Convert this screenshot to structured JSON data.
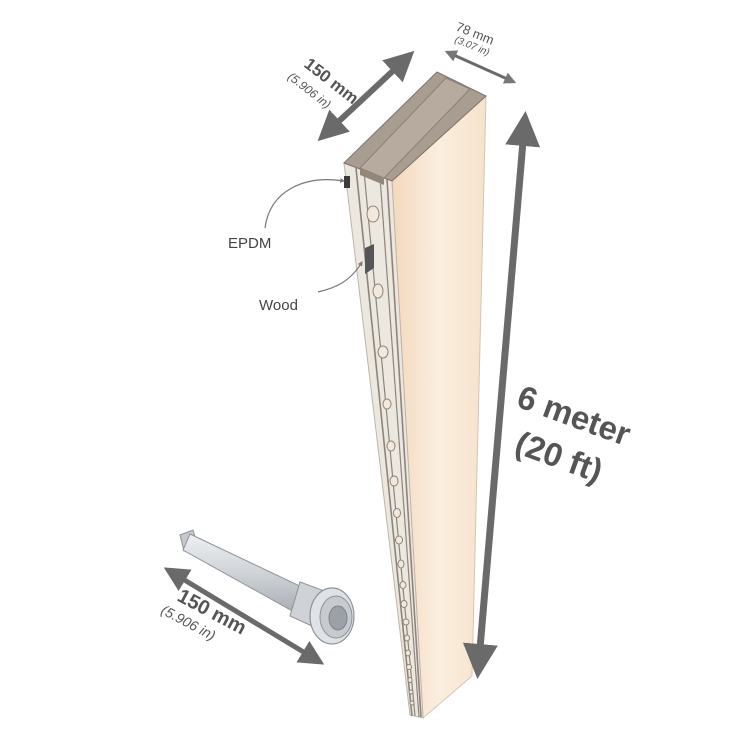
{
  "dimensions": {
    "width_top": {
      "metric": "150 mm",
      "imperial": "(5.906 in)"
    },
    "thickness_top": {
      "metric": "78 mm",
      "imperial": "(3.07 in)"
    },
    "height": {
      "metric": "6 meter",
      "imperial": "(20 ft)"
    },
    "tube_length": {
      "metric": "150 mm",
      "imperial": "(5.906 in)"
    }
  },
  "labels": {
    "epdm": "EPDM",
    "wood": "Wood"
  },
  "colors": {
    "face": "#f8e6d2",
    "top": "#a99c90",
    "edge": "#e9e4dc",
    "arrow": "#6a6a6a",
    "tube": "#d6d9dd"
  }
}
